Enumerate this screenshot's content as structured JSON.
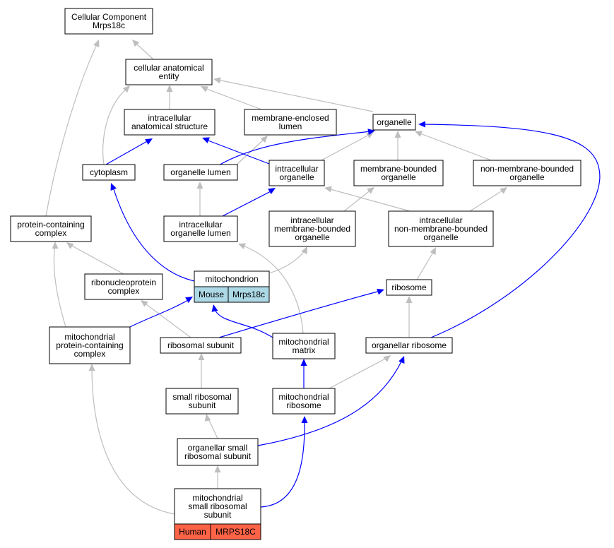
{
  "nodes": {
    "cellular_component": "Cellular Component\nMrps18c",
    "cellular_anatomical_entity": "cellular anatomical\nentity",
    "intracellular_anatomical_structure": "intracellular\nanatomical structure",
    "membrane_enclosed_lumen": "membrane-enclosed\nlumen",
    "organelle": "organelle",
    "cytoplasm": "cytoplasm",
    "organelle_lumen": "organelle lumen",
    "intracellular_organelle": "intracellular\norganelle",
    "membrane_bounded_organelle": "membrane-bounded\norganelle",
    "non_membrane_bounded_organelle": "non-membrane-bounded\norganelle",
    "protein_containing_complex": "protein-containing\ncomplex",
    "intracellular_organelle_lumen": "intracellular\norganelle lumen",
    "intracellular_membrane_bounded_organelle": "intracellular\nmembrane-bounded\norganelle",
    "intracellular_non_membrane_bounded_organelle": "intracellular\nnon-membrane-bounded\norganelle",
    "mitochondrion": "mitochondrion",
    "ribonucleoprotein_complex": "ribonucleoprotein\ncomplex",
    "ribosome": "ribosome",
    "mitochondrial_protein_containing_complex": "mitochondrial\nprotein-containing\ncomplex",
    "ribosomal_subunit": "ribosomal subunit",
    "mitochondrial_matrix": "mitochondrial\nmatrix",
    "organellar_ribosome": "organellar ribosome",
    "small_ribosomal_subunit": "small ribosomal\nsubunit",
    "mitochondrial_ribosome": "mitochondrial\nribosome",
    "organellar_small_ribosomal_subunit": "organellar small\nribosomal subunit",
    "mitochondrial_small_ribosomal_subunit": "mitochondrial\nsmall ribosomal\nsubunit"
  },
  "annotations": {
    "mouse": {
      "species": "Mouse",
      "gene": "Mrps18c",
      "color": "#add8e6"
    },
    "human": {
      "species": "Human",
      "gene": "MRPS18C",
      "color": "#ff6347"
    }
  },
  "colors": {
    "is_a_edge": "#bebebe",
    "part_of_edge": "#0000ff"
  }
}
